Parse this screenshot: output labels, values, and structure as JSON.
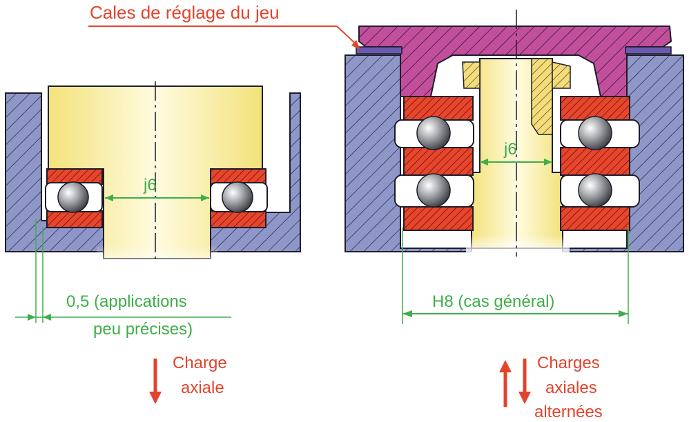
{
  "labels": {
    "shims": "Cales de réglage du jeu",
    "fit_left": "j6",
    "fit_right": "j6",
    "clearance_line1": "0,5 (applications",
    "clearance_line2": "peu précises)",
    "housing_fit": "H8 (cas général)",
    "load_left_1": "Charge",
    "load_left_2": "axiale",
    "load_right_1": "Charges",
    "load_right_2": "axiales",
    "load_right_3": "alternées"
  },
  "colors": {
    "housing": "#8f97c8",
    "shaft": "#fbf2a8",
    "ring": "#e8452c",
    "cover": "#c24f9c",
    "dimension": "#3fae49",
    "arrow": "#e3432c",
    "text_red": "#e3432c",
    "text_green": "#3fae49"
  }
}
